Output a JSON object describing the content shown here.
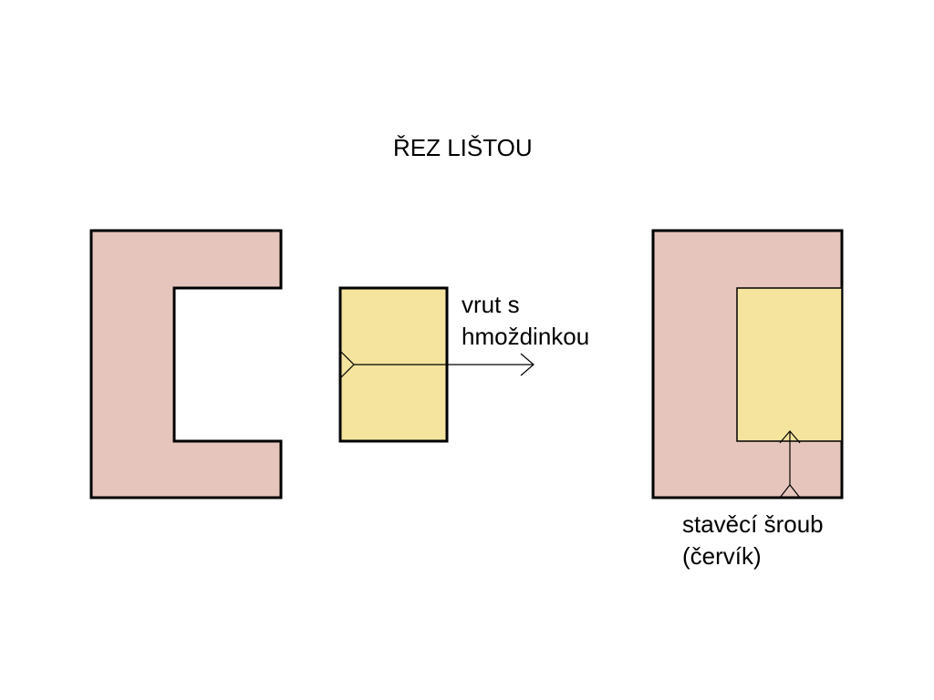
{
  "title": "ŘEZ LIŠTOU",
  "labels": {
    "screw_line1": "vrut s",
    "screw_line2": "hmoždinkou",
    "setscrew_line1": "stavěcí šroub",
    "setscrew_line2": "(červík)"
  },
  "colors": {
    "profile_fill": "#e6c6bc",
    "insert_fill": "#f5e49e",
    "stroke": "#000000",
    "background": "#ffffff"
  }
}
